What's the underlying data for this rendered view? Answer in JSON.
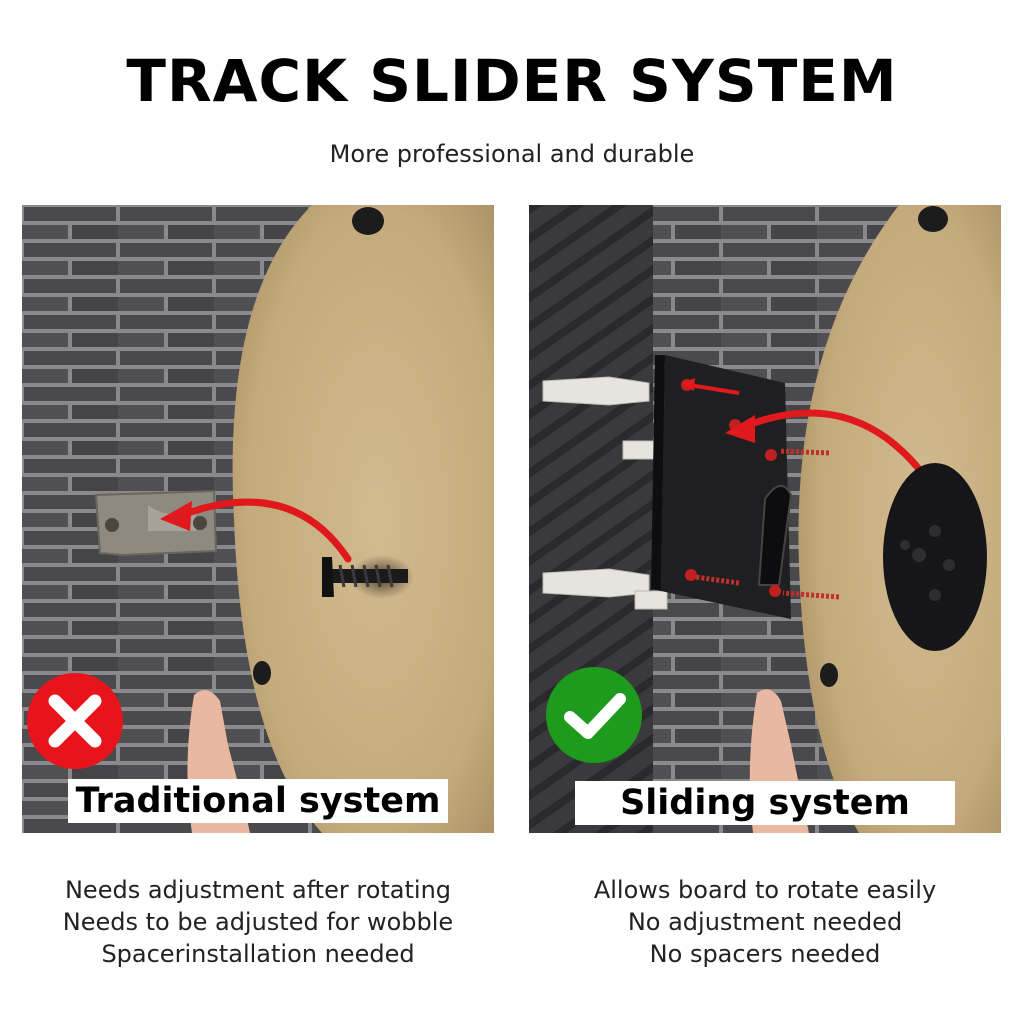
{
  "header": {
    "title": "TRACK SLIDER SYSTEM",
    "subtitle": "More professional and durable"
  },
  "panels": {
    "left": {
      "label": "Traditional system",
      "badge_icon": "cross-icon",
      "badge_color": "#e8141b",
      "points": [
        "Needs adjustment after rotating",
        "Needs to be adjusted for wobble",
        "Spacerinstallation needed"
      ]
    },
    "right": {
      "label": "Sliding system",
      "badge_icon": "checkmark-icon",
      "badge_color": "#1e9a1c",
      "points": [
        "Allows board to rotate easily",
        "No adjustment needed",
        "No spacers needed"
      ]
    }
  },
  "colors": {
    "arrow": "#e0191c",
    "brick": "#4a4a4c",
    "mortar": "#8a8a8c",
    "board": "#c9b083"
  }
}
